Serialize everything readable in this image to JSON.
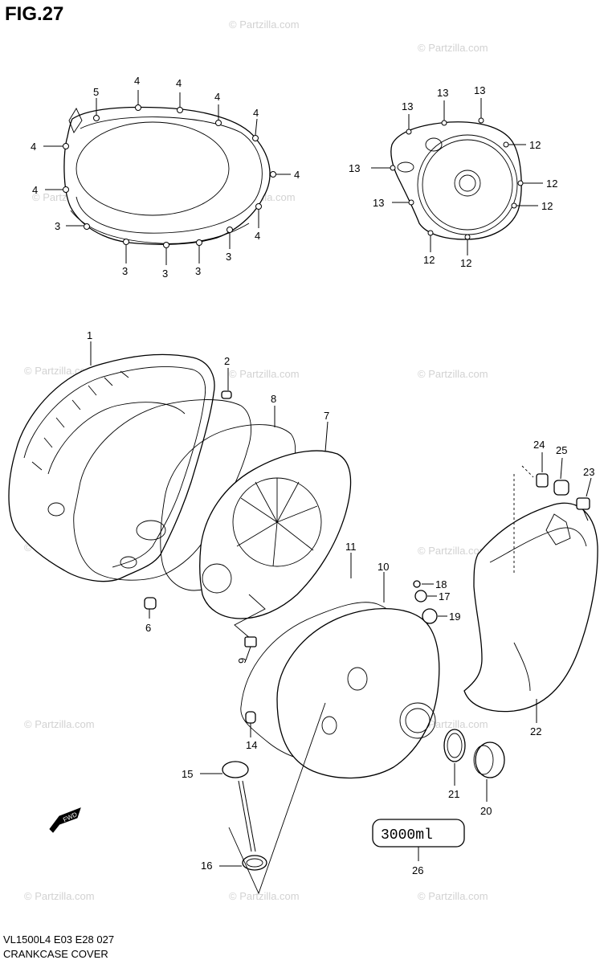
{
  "title": "FIG.27",
  "footer": {
    "model_code": "VL1500L4  E03  E28  027",
    "caption": "CRANKCASE COVER"
  },
  "watermark": "© Partzilla.com",
  "fwd_label": "FWD",
  "oil_label": "3000ml",
  "callouts": {
    "c1": "1",
    "c2": "2",
    "c3": "3",
    "c4": "4",
    "c5": "5",
    "c6": "6",
    "c7": "7",
    "c8": "8",
    "c9": "9",
    "c10": "10",
    "c11": "11",
    "c12": "12",
    "c13": "13",
    "c14": "14",
    "c15": "15",
    "c16": "16",
    "c17": "17",
    "c18": "18",
    "c19": "19",
    "c20": "20",
    "c21": "21",
    "c22": "22",
    "c23": "23",
    "c24": "24",
    "c25": "25",
    "c26": "26"
  }
}
